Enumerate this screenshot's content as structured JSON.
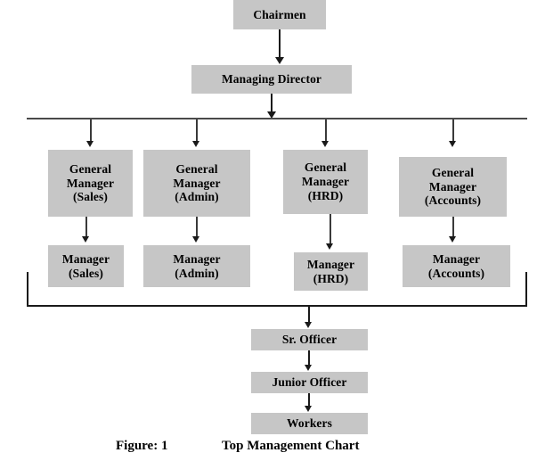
{
  "figure": {
    "label": "Figure: 1",
    "title": "Top Management Chart"
  },
  "colors": {
    "box_fill": "#c6c6c6",
    "text": "#000000",
    "connector": "#1a1a1a",
    "background": "#ffffff"
  },
  "nodes": {
    "chairmen": {
      "line1": "Chairmen"
    },
    "managing_director": {
      "line1": "Managing Director"
    },
    "gm_sales": {
      "line1": "General",
      "line2": "Manager",
      "line3": "(Sales)"
    },
    "gm_admin": {
      "line1": "General",
      "line2": "Manager",
      "line3": "(Admin)"
    },
    "gm_hrd": {
      "line1": "General",
      "line2": "Manager",
      "line3": "(HRD)"
    },
    "gm_accounts": {
      "line1": "General",
      "line2": "Manager",
      "line3": "(Accounts)"
    },
    "mgr_sales": {
      "line1": "Manager",
      "line2": "(Sales)"
    },
    "mgr_admin": {
      "line1": "Manager",
      "line2": "(Admin)"
    },
    "mgr_hrd": {
      "line1": "Manager",
      "line2": "(HRD)"
    },
    "mgr_accounts": {
      "line1": "Manager",
      "line2": "(Accounts)"
    },
    "sr_officer": {
      "line1": "Sr. Officer"
    },
    "junior_officer": {
      "line1": "Junior Officer"
    },
    "workers": {
      "line1": "Workers"
    }
  },
  "chart_data": {
    "type": "diagram",
    "title": "Top Management Chart",
    "diagram_kind": "organizational-hierarchy",
    "levels": [
      {
        "level": 1,
        "nodes": [
          "Chairmen"
        ]
      },
      {
        "level": 2,
        "nodes": [
          "Managing Director"
        ]
      },
      {
        "level": 3,
        "nodes": [
          "General Manager (Sales)",
          "General Manager (Admin)",
          "General Manager (HRD)",
          "General Manager (Accounts)"
        ]
      },
      {
        "level": 4,
        "nodes": [
          "Manager (Sales)",
          "Manager (Admin)",
          "Manager (HRD)",
          "Manager (Accounts)"
        ]
      },
      {
        "level": 5,
        "nodes": [
          "Sr. Officer"
        ]
      },
      {
        "level": 6,
        "nodes": [
          "Junior Officer"
        ]
      },
      {
        "level": 7,
        "nodes": [
          "Workers"
        ]
      }
    ],
    "edges": [
      {
        "from": "Chairmen",
        "to": "Managing Director",
        "style": "arrow"
      },
      {
        "from": "Managing Director",
        "to": "General Manager (Sales)",
        "style": "bus-arrow"
      },
      {
        "from": "Managing Director",
        "to": "General Manager (Admin)",
        "style": "bus-arrow"
      },
      {
        "from": "Managing Director",
        "to": "General Manager (HRD)",
        "style": "bus-arrow"
      },
      {
        "from": "Managing Director",
        "to": "General Manager (Accounts)",
        "style": "bus-arrow"
      },
      {
        "from": "General Manager (Sales)",
        "to": "Manager (Sales)",
        "style": "arrow"
      },
      {
        "from": "General Manager (Admin)",
        "to": "Manager (Admin)",
        "style": "arrow"
      },
      {
        "from": "General Manager (HRD)",
        "to": "Manager (HRD)",
        "style": "arrow"
      },
      {
        "from": "General Manager (Accounts)",
        "to": "Manager (Accounts)",
        "style": "arrow"
      },
      {
        "from": "All Managers",
        "to": "Sr. Officer",
        "style": "bracket-arrow"
      },
      {
        "from": "Sr. Officer",
        "to": "Junior Officer",
        "style": "arrow"
      },
      {
        "from": "Junior Officer",
        "to": "Workers",
        "style": "arrow"
      }
    ]
  }
}
